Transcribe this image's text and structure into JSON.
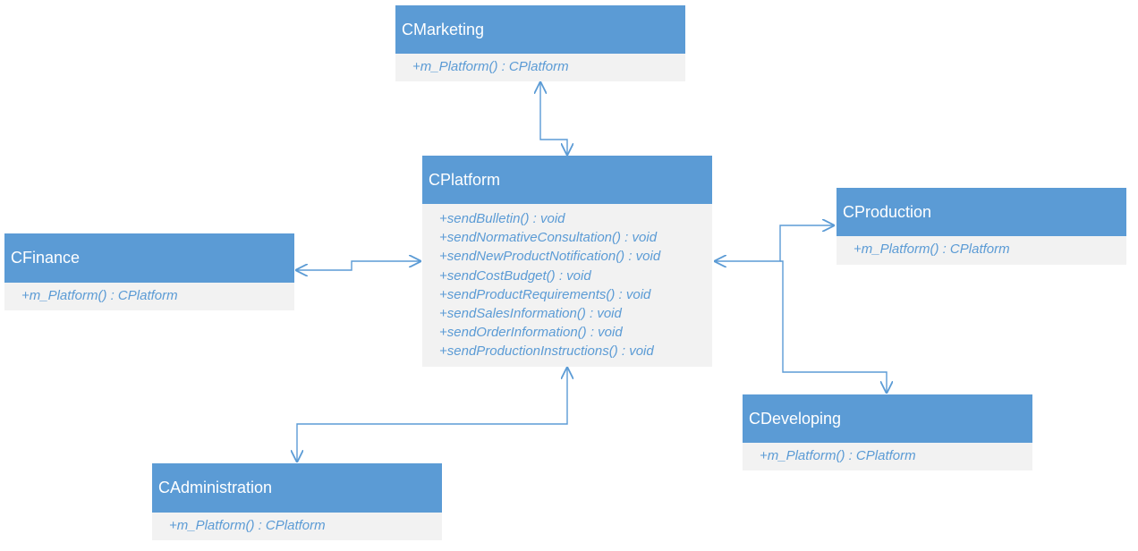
{
  "classes": {
    "marketing": {
      "name": "CMarketing",
      "members": [
        "+m_Platform() : CPlatform"
      ]
    },
    "platform": {
      "name": "CPlatform",
      "members": [
        "+sendBulletin() : void",
        "+sendNormativeConsultation() : void",
        "+sendNewProductNotification() : void",
        "+sendCostBudget() : void",
        "+sendProductRequirements() : void",
        "+sendSalesInformation() : void",
        "+sendOrderInformation() : void",
        "+sendProductionInstructions() : void"
      ]
    },
    "production": {
      "name": "CProduction",
      "members": [
        "+m_Platform() : CPlatform"
      ]
    },
    "finance": {
      "name": "CFinance",
      "members": [
        "+m_Platform() : CPlatform"
      ]
    },
    "developing": {
      "name": "CDeveloping",
      "members": [
        "+m_Platform() : CPlatform"
      ]
    },
    "administration": {
      "name": "CAdministration",
      "members": [
        "+m_Platform() : CPlatform"
      ]
    }
  },
  "colors": {
    "header": "#5b9bd5",
    "body": "#f2f2f2",
    "member_text": "#5b9bd5",
    "connector": "#5b9bd5"
  }
}
